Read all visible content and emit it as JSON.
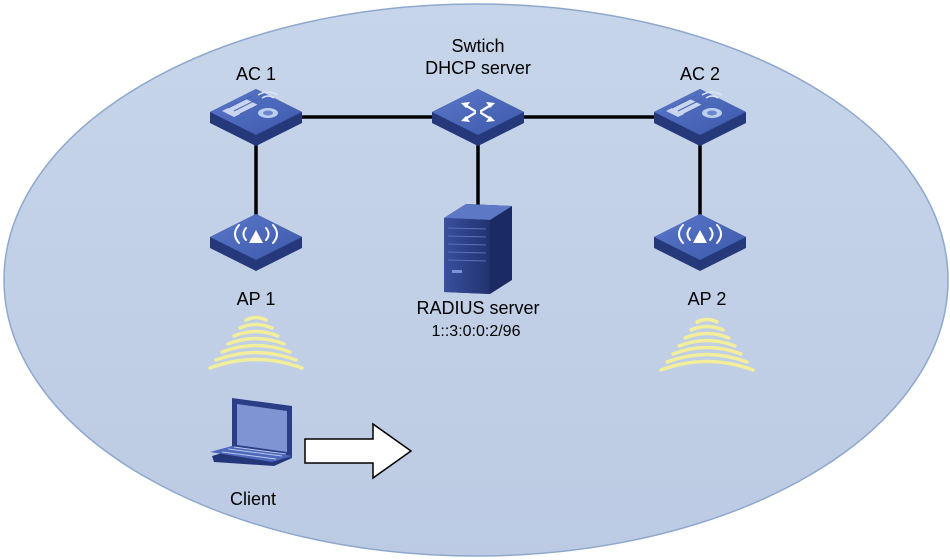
{
  "labels": {
    "ac1": "AC 1",
    "switch_line1": "Swtich",
    "switch_line2": "DHCP server",
    "ac2": "AC 2",
    "ap1": "AP 1",
    "radius_line1": "RADIUS server",
    "radius_line2": "1::3:0:0:2/96",
    "ap2": "AP 2",
    "client": "Client"
  },
  "icons": {
    "ac1": "access-controller-icon",
    "switch": "switch-icon",
    "ac2": "access-controller-icon",
    "ap1": "access-point-icon",
    "ap2": "access-point-icon",
    "radius": "server-tower-icon",
    "client": "laptop-icon",
    "roam": "right-arrow-icon",
    "signal": "wireless-signal-icon"
  },
  "colors": {
    "ellipse_fill": "#c2d1e7",
    "ellipse_stroke": "#8da7cc",
    "device_top": "#4463b6",
    "device_side": "#24387a",
    "link": "#000000",
    "signal": "#f3ee9a",
    "server_body": "#2f4394"
  }
}
